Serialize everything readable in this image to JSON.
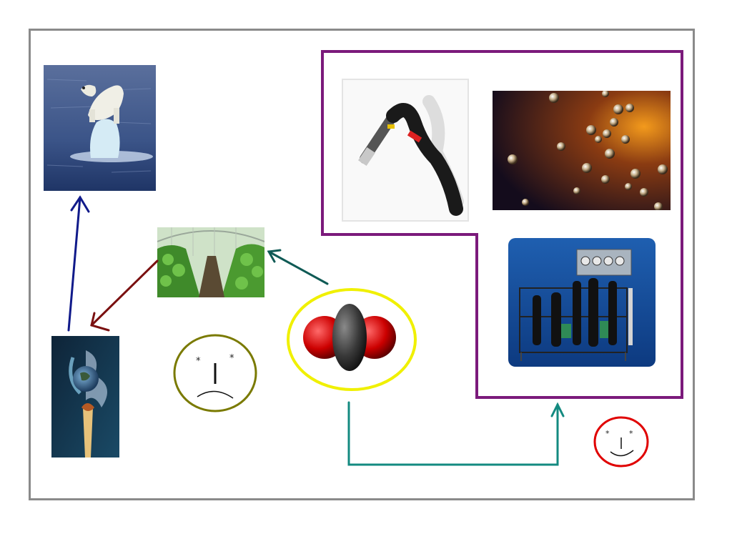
{
  "diagram": {
    "frame_color": "#8a8a8a",
    "uses_outline_color": "#7b1a7b",
    "nodes": [
      {
        "id": "polar-bear",
        "icon": "polar-bear-on-melting-ice-photo"
      },
      {
        "id": "greenhouse",
        "icon": "greenhouse-plants-photo"
      },
      {
        "id": "burning-earth",
        "icon": "earth-on-burning-match-image"
      },
      {
        "id": "co2-molecule",
        "icon": "carbon-dioxide-molecule-model",
        "ring_color": "#f0f000"
      },
      {
        "id": "welding-torch",
        "icon": "mig-welding-torch-photo"
      },
      {
        "id": "carbonation-bubbles",
        "icon": "carbonation-bubbles-photo"
      },
      {
        "id": "industrial-equipment",
        "icon": "industrial-gas-equipment-photo"
      },
      {
        "id": "sad-face",
        "icon": "sad-face",
        "color": "#7a7a00"
      },
      {
        "id": "happy-face",
        "icon": "happy-face",
        "color": "#e00000"
      }
    ],
    "arrows": [
      {
        "from": "co2-molecule",
        "to": "greenhouse",
        "color": "#0f5a55"
      },
      {
        "from": "greenhouse",
        "to": "burning-earth",
        "color": "#7a1010"
      },
      {
        "from": "burning-earth",
        "to": "polar-bear",
        "color": "#101a8a"
      },
      {
        "from": "co2-molecule",
        "to": "industrial-uses",
        "color": "#138a80"
      }
    ]
  }
}
